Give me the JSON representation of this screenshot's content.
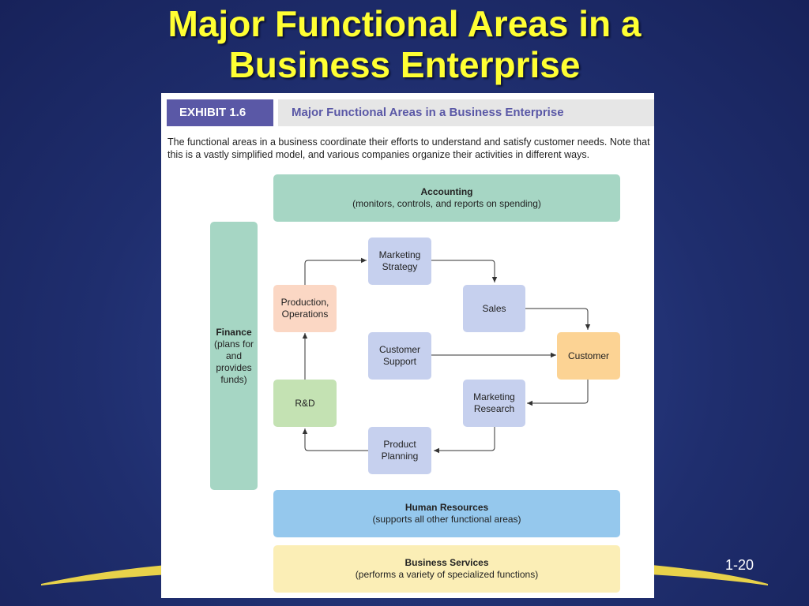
{
  "slide": {
    "title_line1": "Major Functional Areas in a",
    "title_line2": "Business Enterprise",
    "page_number": "1-20"
  },
  "exhibit": {
    "label": "EXHIBIT 1.6",
    "title": "Major Functional Areas in a Business Enterprise",
    "caption": "The functional areas in a business coordinate their efforts to understand and satisfy customer needs. Note that this is a vastly simplified model, and various companies organize their activities in different ways."
  },
  "boxes": {
    "accounting": {
      "title": "Accounting",
      "sub": "(monitors, controls, and reports on spending)"
    },
    "finance": {
      "title": "Finance",
      "sub": "(plans for and provides funds)"
    },
    "marketing_strategy": {
      "line1": "Marketing",
      "line2": "Strategy"
    },
    "production": {
      "line1": "Production,",
      "line2": "Operations"
    },
    "sales": {
      "label": "Sales"
    },
    "customer_support": {
      "line1": "Customer",
      "line2": "Support"
    },
    "customer": {
      "label": "Customer"
    },
    "rnd": {
      "label": "R&D"
    },
    "marketing_research": {
      "line1": "Marketing",
      "line2": "Research"
    },
    "product_planning": {
      "line1": "Product",
      "line2": "Planning"
    },
    "human_resources": {
      "title": "Human Resources",
      "sub": "(supports all other functional areas)"
    },
    "business_services": {
      "title": "Business Services",
      "sub": "(performs a variety of specialized functions)"
    }
  },
  "colors": {
    "background": "#1f2e6e",
    "title": "#ffff33",
    "exhibit_label": "#5a58a6",
    "accounting_finance": "#a6d6c4",
    "function_box": "#c6d0ee",
    "production": "#fbd7c4",
    "rnd": "#c4e2b3",
    "customer": "#fcd394",
    "human_resources": "#95c8ed",
    "business_services": "#fbeeb6",
    "swoosh": "#e8d24a"
  }
}
